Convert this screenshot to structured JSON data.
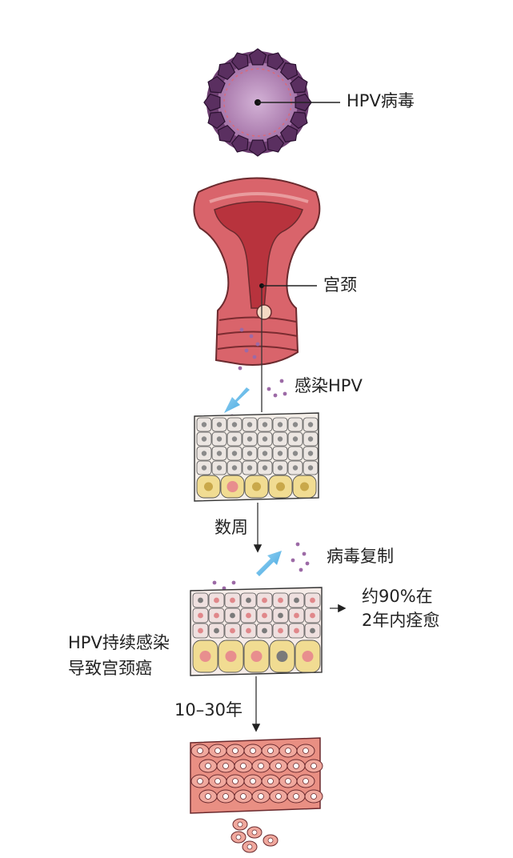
{
  "labels": {
    "virus": "HPV病毒",
    "cervix": "宫颈",
    "infection": "感染HPV",
    "weeks": "数周",
    "replication": "病毒复制",
    "clearance_line1": "约90%在",
    "clearance_line2": "2年内痊愈",
    "persistent_line1": "HPV持续感染",
    "persistent_line2": "导致宫颈癌",
    "years": "10–30年"
  },
  "colors": {
    "virus_body": "#8c5a8f",
    "virus_core": "#b88ab8",
    "uterus": "#c9474f",
    "tissue_pink": "#e89a93",
    "basal_yellow": "#f1dc92",
    "particle_purple": "#9c6aa6",
    "arrow_blue": "#5fb4e6",
    "line": "#222222"
  }
}
